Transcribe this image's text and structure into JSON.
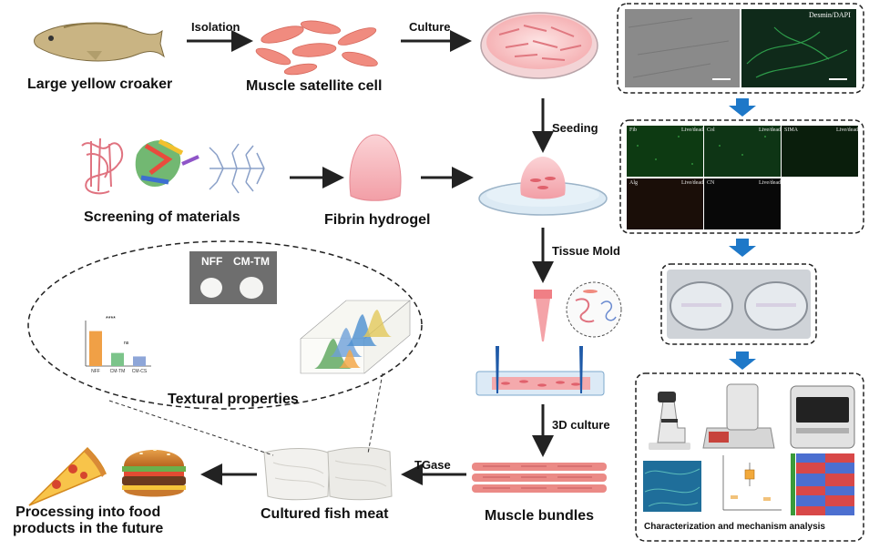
{
  "labels": {
    "fish": "Large yellow croaker",
    "cells": "Muscle satellite cell",
    "materials": "Screening of materials",
    "hydrogel": "Fibrin hydrogel",
    "textural": "Textural properties",
    "cultured_meat": "Cultured fish meat",
    "processing_line1": "Processing into  food",
    "processing_line2": "products in the future",
    "bundles": "Muscle bundles",
    "characterization": "Characterization and mechanism analysis"
  },
  "arrows": {
    "isolation": "Isolation",
    "culture": "Culture",
    "seeding": "Seeding",
    "tissue_mold": "Tissue Mold",
    "culture_3d": "3D culture",
    "tgase": "TGase"
  },
  "samples": {
    "nff": "NFF",
    "cmtm": "CM-TM"
  },
  "microscopy": {
    "desmin": "Desmin/DAPI",
    "fib": "Fib",
    "col": "Col",
    "sima": "SIMA",
    "alg": "Alg",
    "cn": "CN",
    "live_dead": "Live/dead"
  },
  "chart_data": {
    "type": "bar",
    "categories": [
      "NFF",
      "CM-TM",
      "CM-CS"
    ],
    "values": [
      80,
      30,
      22
    ],
    "colors": [
      "#f0a046",
      "#7cc48a",
      "#8ea6d8"
    ],
    "significance": [
      "****",
      "ns"
    ],
    "ylim": [
      0,
      100
    ]
  },
  "colors": {
    "arrow_black": "#222222",
    "arrow_blue": "#1e78c8",
    "dashed_border": "#222222",
    "salmon": "#f0a79a"
  }
}
